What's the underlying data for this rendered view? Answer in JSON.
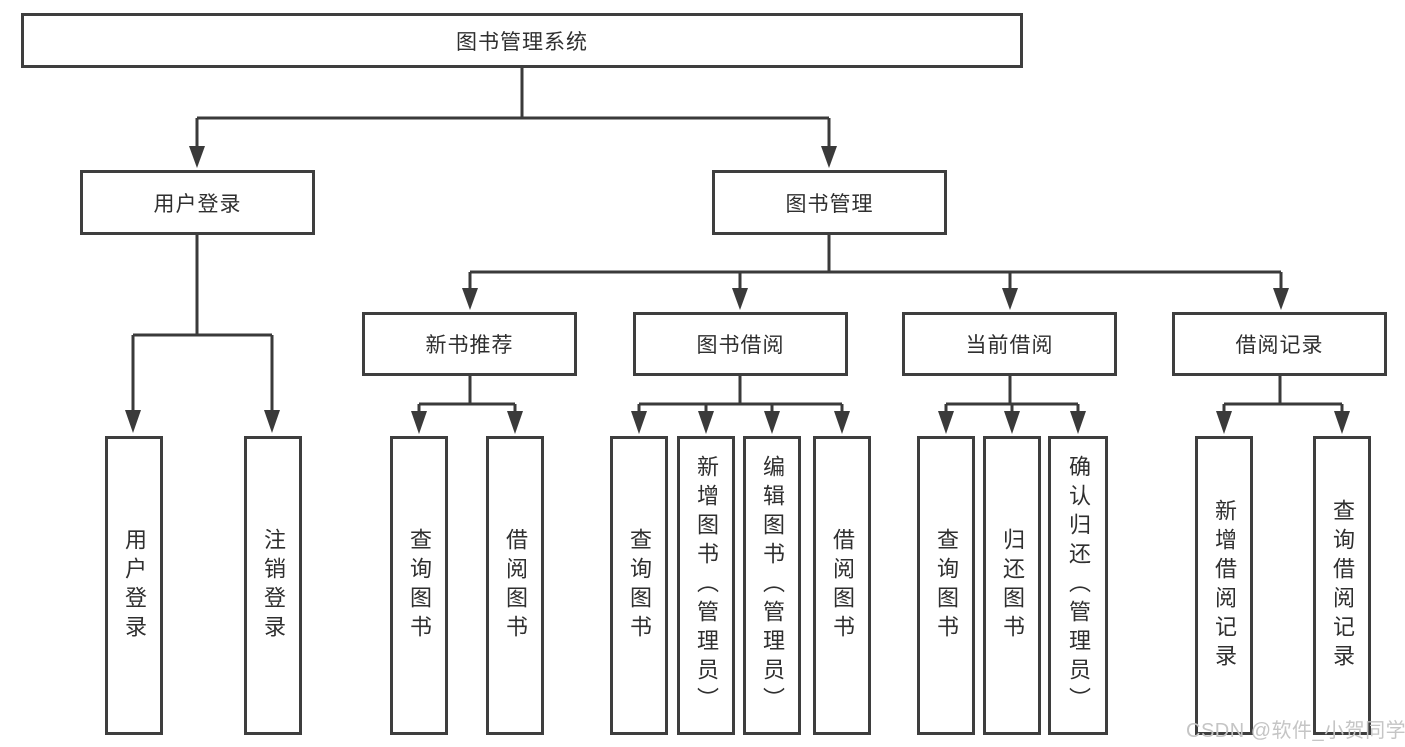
{
  "diagram": {
    "root": {
      "label": "图书管理系统"
    },
    "branches": [
      {
        "label": "用户登录",
        "children": [
          {
            "label": "用户登录"
          },
          {
            "label": "注销登录"
          }
        ]
      },
      {
        "label": "图书管理",
        "children": [
          {
            "label": "新书推荐",
            "children": [
              {
                "label": "查询图书"
              },
              {
                "label": "借阅图书"
              }
            ]
          },
          {
            "label": "图书借阅",
            "children": [
              {
                "label": "查询图书"
              },
              {
                "label": "新增图书（管理员）"
              },
              {
                "label": "编辑图书（管理员）"
              },
              {
                "label": "借阅图书"
              }
            ]
          },
          {
            "label": "当前借阅",
            "children": [
              {
                "label": "查询图书"
              },
              {
                "label": "归还图书"
              },
              {
                "label": "确认归还（管理员）"
              }
            ]
          },
          {
            "label": "借阅记录",
            "children": [
              {
                "label": "新增借阅记录"
              },
              {
                "label": "查询借阅记录"
              }
            ]
          }
        ]
      }
    ]
  },
  "watermark": {
    "text": "CSDN @软件_小贺同学"
  },
  "colors": {
    "line": "#3a3a3a",
    "border": "#3e3e3e",
    "text": "#2f2f2f",
    "watermark": "#c5c5c5",
    "background": "#ffffff"
  }
}
